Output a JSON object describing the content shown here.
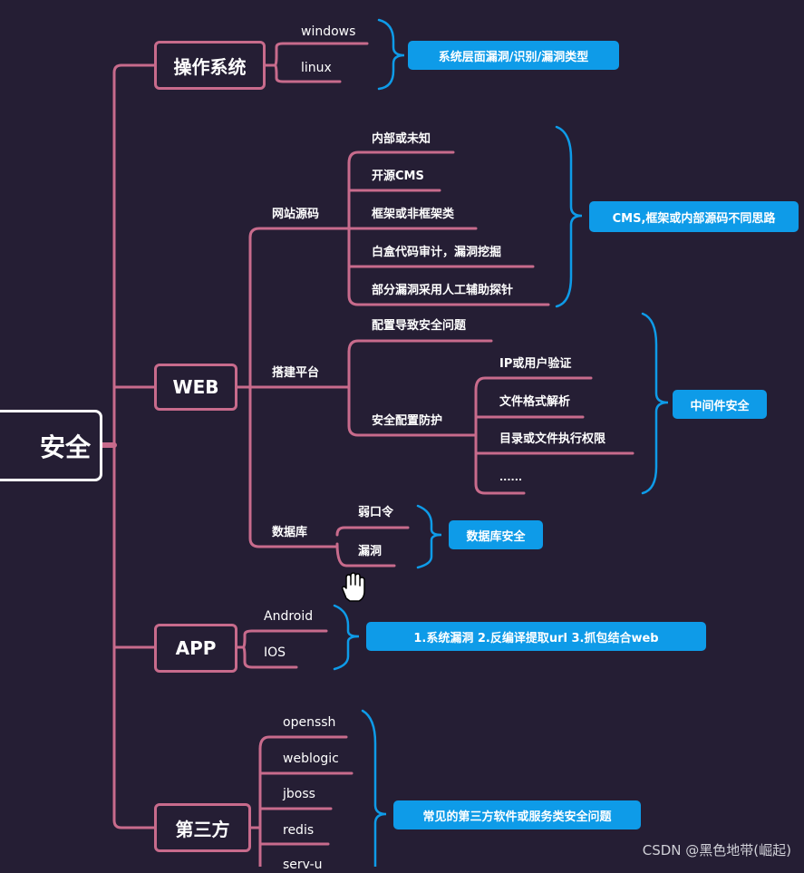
{
  "root": {
    "label": "安全"
  },
  "categories": {
    "os": {
      "label": "操作系统",
      "items": [
        "windows",
        "linux"
      ],
      "note": "系统层面漏洞/识别/漏洞类型"
    },
    "web": {
      "label": "WEB",
      "source": {
        "label": "网站源码",
        "items": [
          "内部或未知",
          "开源CMS",
          "框架或非框架类",
          "白盒代码审计，漏洞挖掘",
          "部分漏洞采用人工辅助探针"
        ],
        "note": "CMS,框架或内部源码不同思路"
      },
      "platform": {
        "label": "搭建平台",
        "items": [
          "配置导致安全问题",
          "安全配置防护"
        ],
        "protection_items": [
          "IP或用户验证",
          "文件格式解析",
          "目录或文件执行权限",
          "......"
        ],
        "note": "中间件安全"
      },
      "database": {
        "label": "数据库",
        "items": [
          "弱口令",
          "漏洞"
        ],
        "note": "数据库安全"
      }
    },
    "app": {
      "label": "APP",
      "items": [
        "Android",
        "IOS"
      ],
      "note": "1.系统漏洞 2.反编译提取url 3.抓包结合web"
    },
    "third": {
      "label": "第三方",
      "items": [
        "openssh",
        "weblogic",
        "jboss",
        "redis",
        "serv-u"
      ],
      "note": "常见的第三方软件或服务类安全问题"
    }
  },
  "colors": {
    "background": "#251e34",
    "branch": "#c86b8c",
    "bracket": "#0e9be8",
    "note": "#0e9be8"
  },
  "icons": {
    "cursor": "hand-pointer-icon"
  },
  "watermark": "CSDN @黑色地带(崛起)"
}
